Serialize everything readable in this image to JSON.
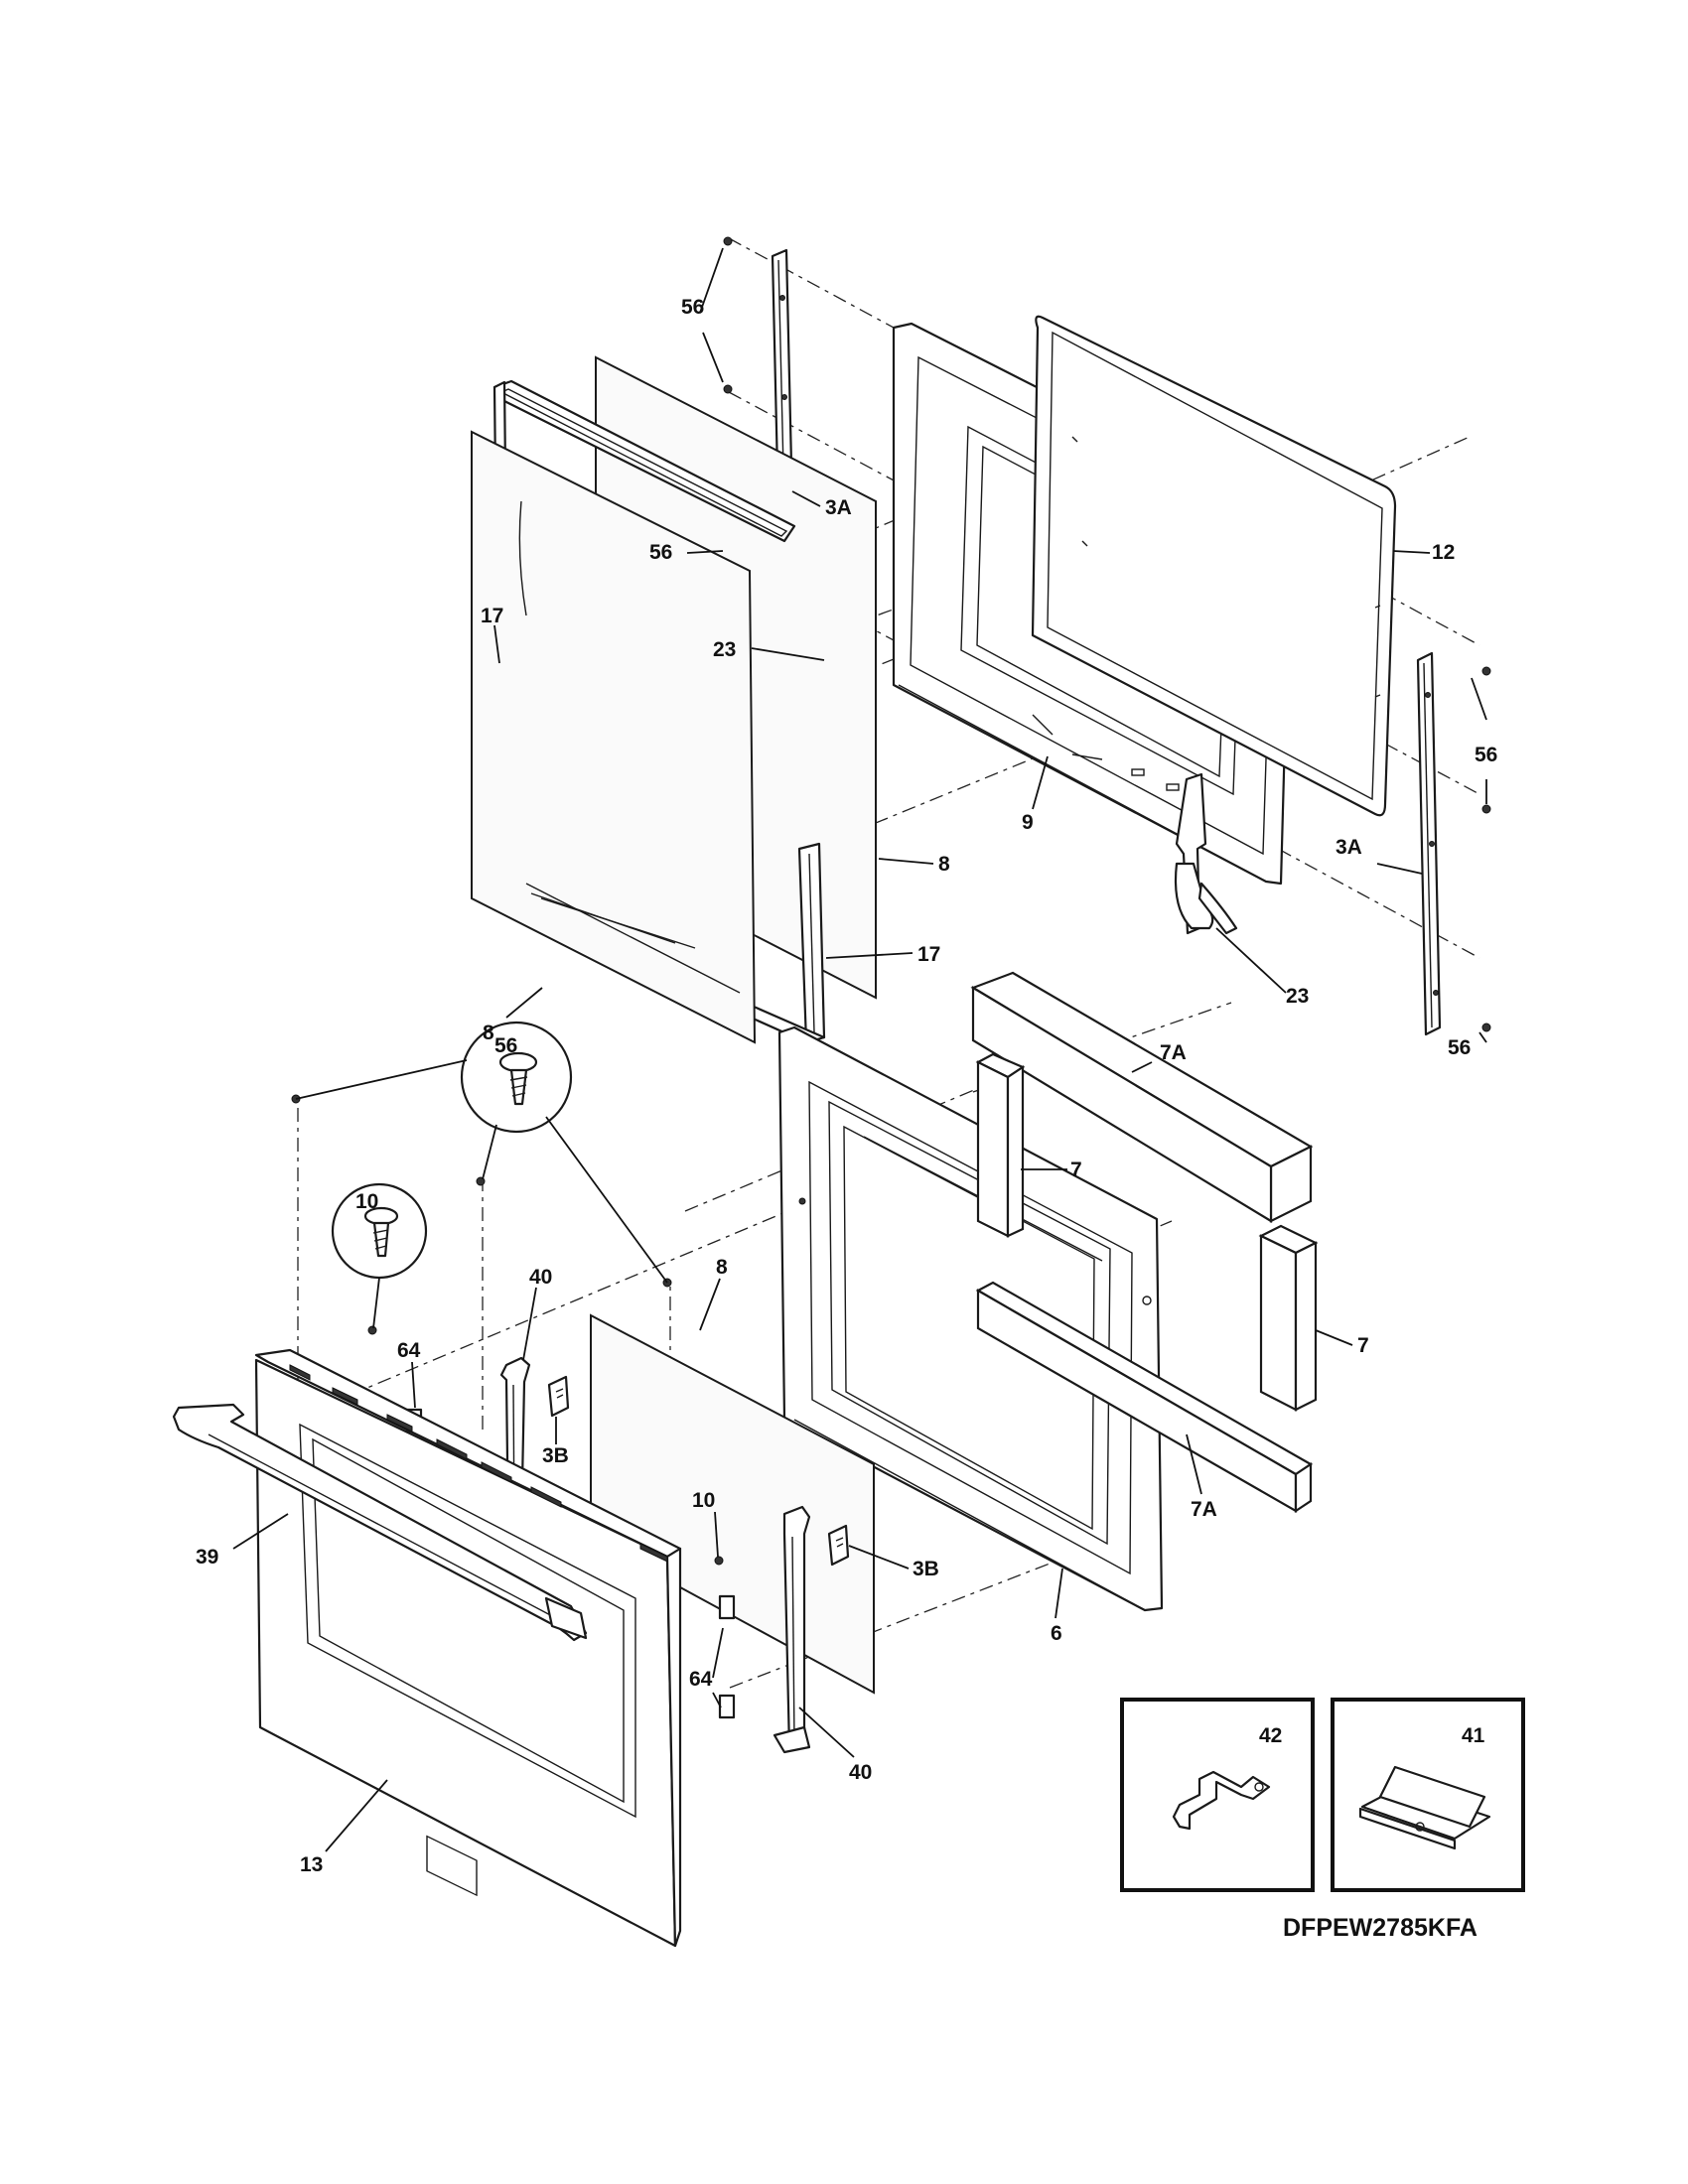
{
  "model_number": "DFPEW2785KFA",
  "callouts": [
    {
      "id": "c56a",
      "text": "56"
    },
    {
      "id": "c3a_top",
      "text": "3A"
    },
    {
      "id": "c56b",
      "text": "56"
    },
    {
      "id": "c12",
      "text": "12"
    },
    {
      "id": "c17a",
      "text": "17"
    },
    {
      "id": "c23a",
      "text": "23"
    },
    {
      "id": "c56c",
      "text": "56"
    },
    {
      "id": "c9",
      "text": "9"
    },
    {
      "id": "c3a_right",
      "text": "3A"
    },
    {
      "id": "c8a",
      "text": "8"
    },
    {
      "id": "c17b",
      "text": "17"
    },
    {
      "id": "c23b",
      "text": "23"
    },
    {
      "id": "c8b",
      "text": "8"
    },
    {
      "id": "c56d",
      "text": "56"
    },
    {
      "id": "c7a_top",
      "text": "7A"
    },
    {
      "id": "c56_circle",
      "text": "56"
    },
    {
      "id": "c7a",
      "text": "7"
    },
    {
      "id": "c10_circle",
      "text": "10"
    },
    {
      "id": "c40a",
      "text": "40"
    },
    {
      "id": "c8c",
      "text": "8"
    },
    {
      "id": "c7b",
      "text": "7"
    },
    {
      "id": "c64a",
      "text": "64"
    },
    {
      "id": "c3b_a",
      "text": "3B"
    },
    {
      "id": "c10",
      "text": "10"
    },
    {
      "id": "c7a_bottom",
      "text": "7A"
    },
    {
      "id": "c39",
      "text": "39"
    },
    {
      "id": "c3b_b",
      "text": "3B"
    },
    {
      "id": "c6",
      "text": "6"
    },
    {
      "id": "c64b",
      "text": "64"
    },
    {
      "id": "c40b",
      "text": "40"
    },
    {
      "id": "c13",
      "text": "13"
    },
    {
      "id": "c42",
      "text": "42"
    },
    {
      "id": "c41",
      "text": "41"
    }
  ]
}
